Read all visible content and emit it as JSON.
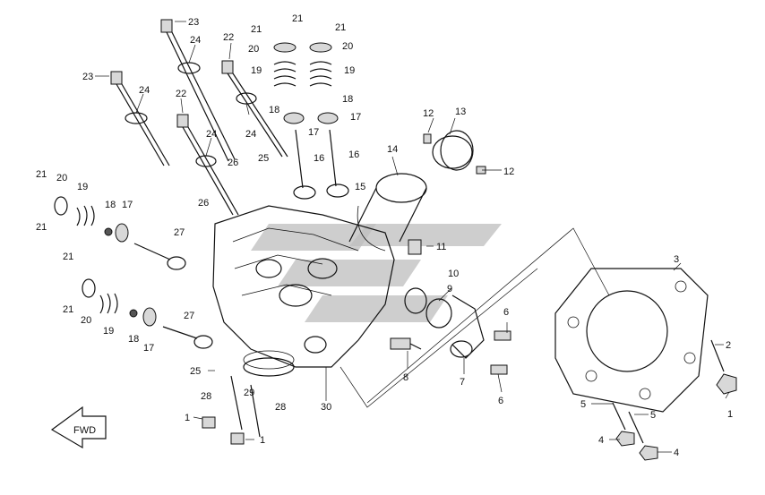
{
  "callouts": [
    {
      "id": "c23a",
      "label": "23"
    },
    {
      "id": "c24a",
      "label": "24"
    },
    {
      "id": "c23b",
      "label": "23"
    },
    {
      "id": "c24b",
      "label": "24"
    },
    {
      "id": "c22a",
      "label": "22"
    },
    {
      "id": "c24c",
      "label": "24"
    },
    {
      "id": "c22b",
      "label": "22"
    },
    {
      "id": "c24d",
      "label": "24"
    },
    {
      "id": "c21a",
      "label": "21"
    },
    {
      "id": "c21b",
      "label": "21"
    },
    {
      "id": "c21c",
      "label": "21"
    },
    {
      "id": "c20a",
      "label": "20"
    },
    {
      "id": "c20b",
      "label": "20"
    },
    {
      "id": "c19a",
      "label": "19"
    },
    {
      "id": "c19b",
      "label": "19"
    },
    {
      "id": "c18a",
      "label": "18"
    },
    {
      "id": "c18b",
      "label": "18"
    },
    {
      "id": "c17a",
      "label": "17"
    },
    {
      "id": "c17b",
      "label": "17"
    },
    {
      "id": "c16a",
      "label": "16"
    },
    {
      "id": "c16b",
      "label": "16"
    },
    {
      "id": "c12a",
      "label": "12"
    },
    {
      "id": "c13",
      "label": "13"
    },
    {
      "id": "c14",
      "label": "14"
    },
    {
      "id": "c12b",
      "label": "12"
    },
    {
      "id": "c15",
      "label": "15"
    },
    {
      "id": "c26a",
      "label": "26"
    },
    {
      "id": "c25a",
      "label": "25"
    },
    {
      "id": "c26b",
      "label": "26"
    },
    {
      "id": "c21d",
      "label": "21"
    },
    {
      "id": "c21e",
      "label": "21"
    },
    {
      "id": "c20c",
      "label": "20"
    },
    {
      "id": "c19c",
      "label": "19"
    },
    {
      "id": "c18c",
      "label": "18"
    },
    {
      "id": "c17c",
      "label": "17"
    },
    {
      "id": "c27a",
      "label": "27"
    },
    {
      "id": "c21f",
      "label": "21"
    },
    {
      "id": "c21g",
      "label": "21"
    },
    {
      "id": "c20d",
      "label": "20"
    },
    {
      "id": "c19d",
      "label": "19"
    },
    {
      "id": "c18d",
      "label": "18"
    },
    {
      "id": "c17d",
      "label": "17"
    },
    {
      "id": "c27b",
      "label": "27"
    },
    {
      "id": "c11",
      "label": "11"
    },
    {
      "id": "c10",
      "label": "10"
    },
    {
      "id": "c9",
      "label": "9"
    },
    {
      "id": "c6a",
      "label": "6"
    },
    {
      "id": "c8",
      "label": "8"
    },
    {
      "id": "c7",
      "label": "7"
    },
    {
      "id": "c6b",
      "label": "6"
    },
    {
      "id": "c25b",
      "label": "25"
    },
    {
      "id": "c28a",
      "label": "28"
    },
    {
      "id": "c29",
      "label": "29"
    },
    {
      "id": "c28b",
      "label": "28"
    },
    {
      "id": "c30",
      "label": "30"
    },
    {
      "id": "c1a",
      "label": "1"
    },
    {
      "id": "c1b",
      "label": "1"
    },
    {
      "id": "c3",
      "label": "3"
    },
    {
      "id": "c2",
      "label": "2"
    },
    {
      "id": "c1c",
      "label": "1"
    },
    {
      "id": "c5a",
      "label": "5"
    },
    {
      "id": "c5b",
      "label": "5"
    },
    {
      "id": "c4a",
      "label": "4"
    },
    {
      "id": "c4b",
      "label": "4"
    }
  ],
  "front_marker": "FWD"
}
